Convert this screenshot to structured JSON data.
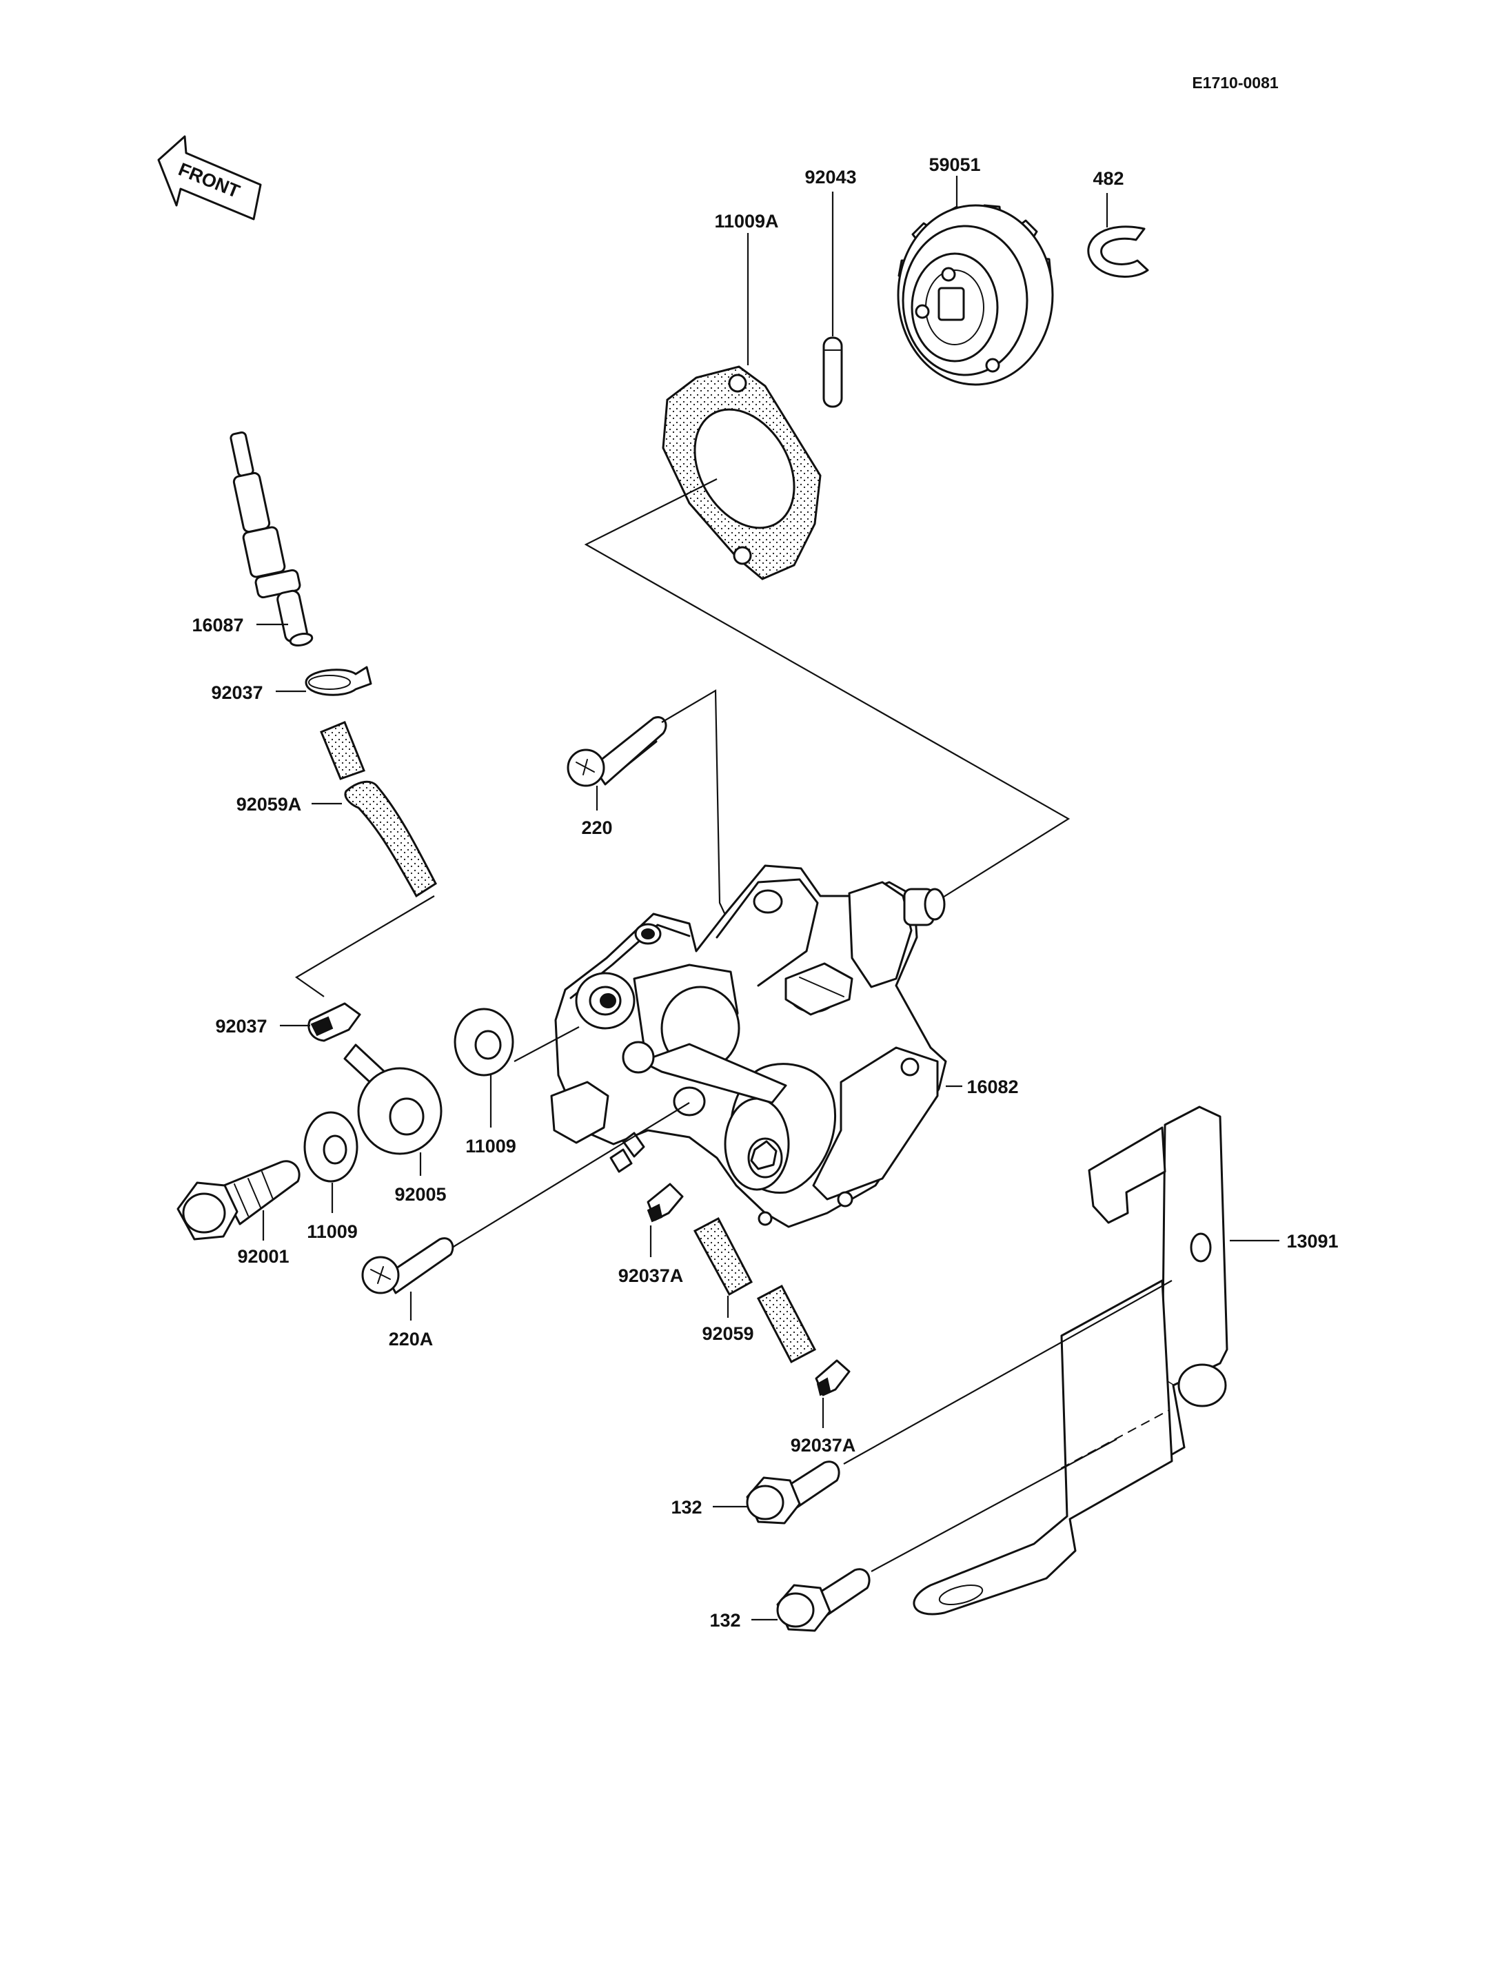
{
  "diagram": {
    "reference_code": "E1710-0081",
    "front_arrow_label": "FRONT",
    "callouts": {
      "c_11009A": "11009A",
      "c_92043": "92043",
      "c_59051": "59051",
      "c_482": "482",
      "c_16087": "16087",
      "c_92037_top": "92037",
      "c_92059A": "92059A",
      "c_220": "220",
      "c_92037_mid": "92037",
      "c_16082": "16082",
      "c_11009_right": "11009",
      "c_92005": "92005",
      "c_11009_left": "11009",
      "c_92001": "92001",
      "c_220A": "220A",
      "c_92037A_upper": "92037A",
      "c_92059": "92059",
      "c_92037A_lower": "92037A",
      "c_13091": "13091",
      "c_132_upper": "132",
      "c_132_lower": "132"
    }
  }
}
